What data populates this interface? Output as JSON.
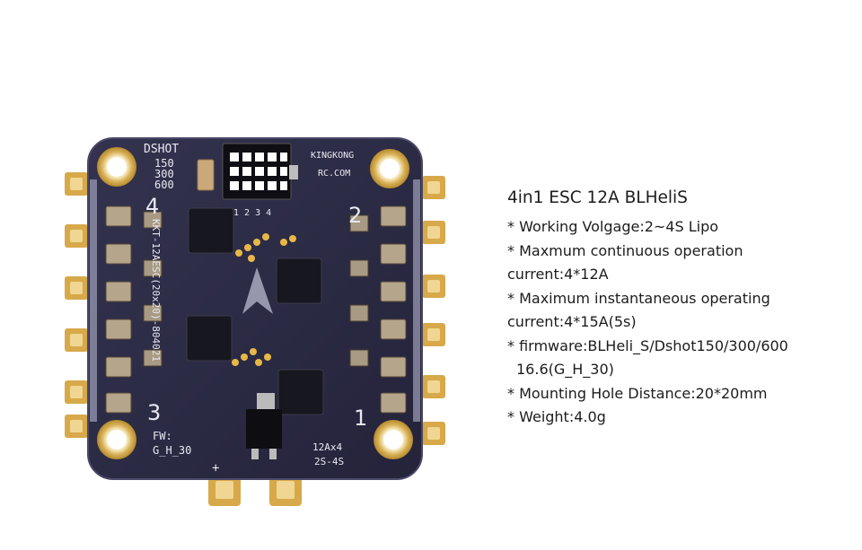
{
  "board": {
    "silk_dshot": "DSHOT",
    "silk_150": "150",
    "silk_300": "300",
    "silk_600": "600",
    "silk_brand_1": "KINGKONG",
    "silk_brand_2": "RC.COM",
    "silk_pins": "1 2 3 4",
    "silk_m1": "1",
    "silk_m2": "2",
    "silk_m3": "3",
    "silk_m4": "4",
    "silk_model": "KKT-12AESC(20x20)-804021",
    "silk_fw_label": "FW:",
    "silk_fw_value": "G_H_30",
    "silk_rating_1": "12Ax4",
    "silk_rating_2": "2S-4S",
    "silk_plus": "+",
    "colors": {
      "pcb": "#2b2a45",
      "pcb_edge": "#3a3958",
      "gold": "#d6a63f",
      "gold_inner": "#f2e0a0",
      "copper_pad": "#e7c27a",
      "chip": "#17171f",
      "silk": "#e8e8f2"
    }
  },
  "specs": {
    "title": "4in1 ESC 12A BLHeliS",
    "lines": [
      "* Working Volgage:2~4S Lipo",
      "* Maxmum continuous operation",
      "current:4*12A",
      "* Maximum instantaneous operating",
      "current:4*15A(5s)",
      "* firmware:BLHeli_S/Dshot150/300/600",
      "16.6(G_H_30)",
      "* Mounting Hole Distance:20*20mm",
      "* Weight:4.0g"
    ]
  }
}
